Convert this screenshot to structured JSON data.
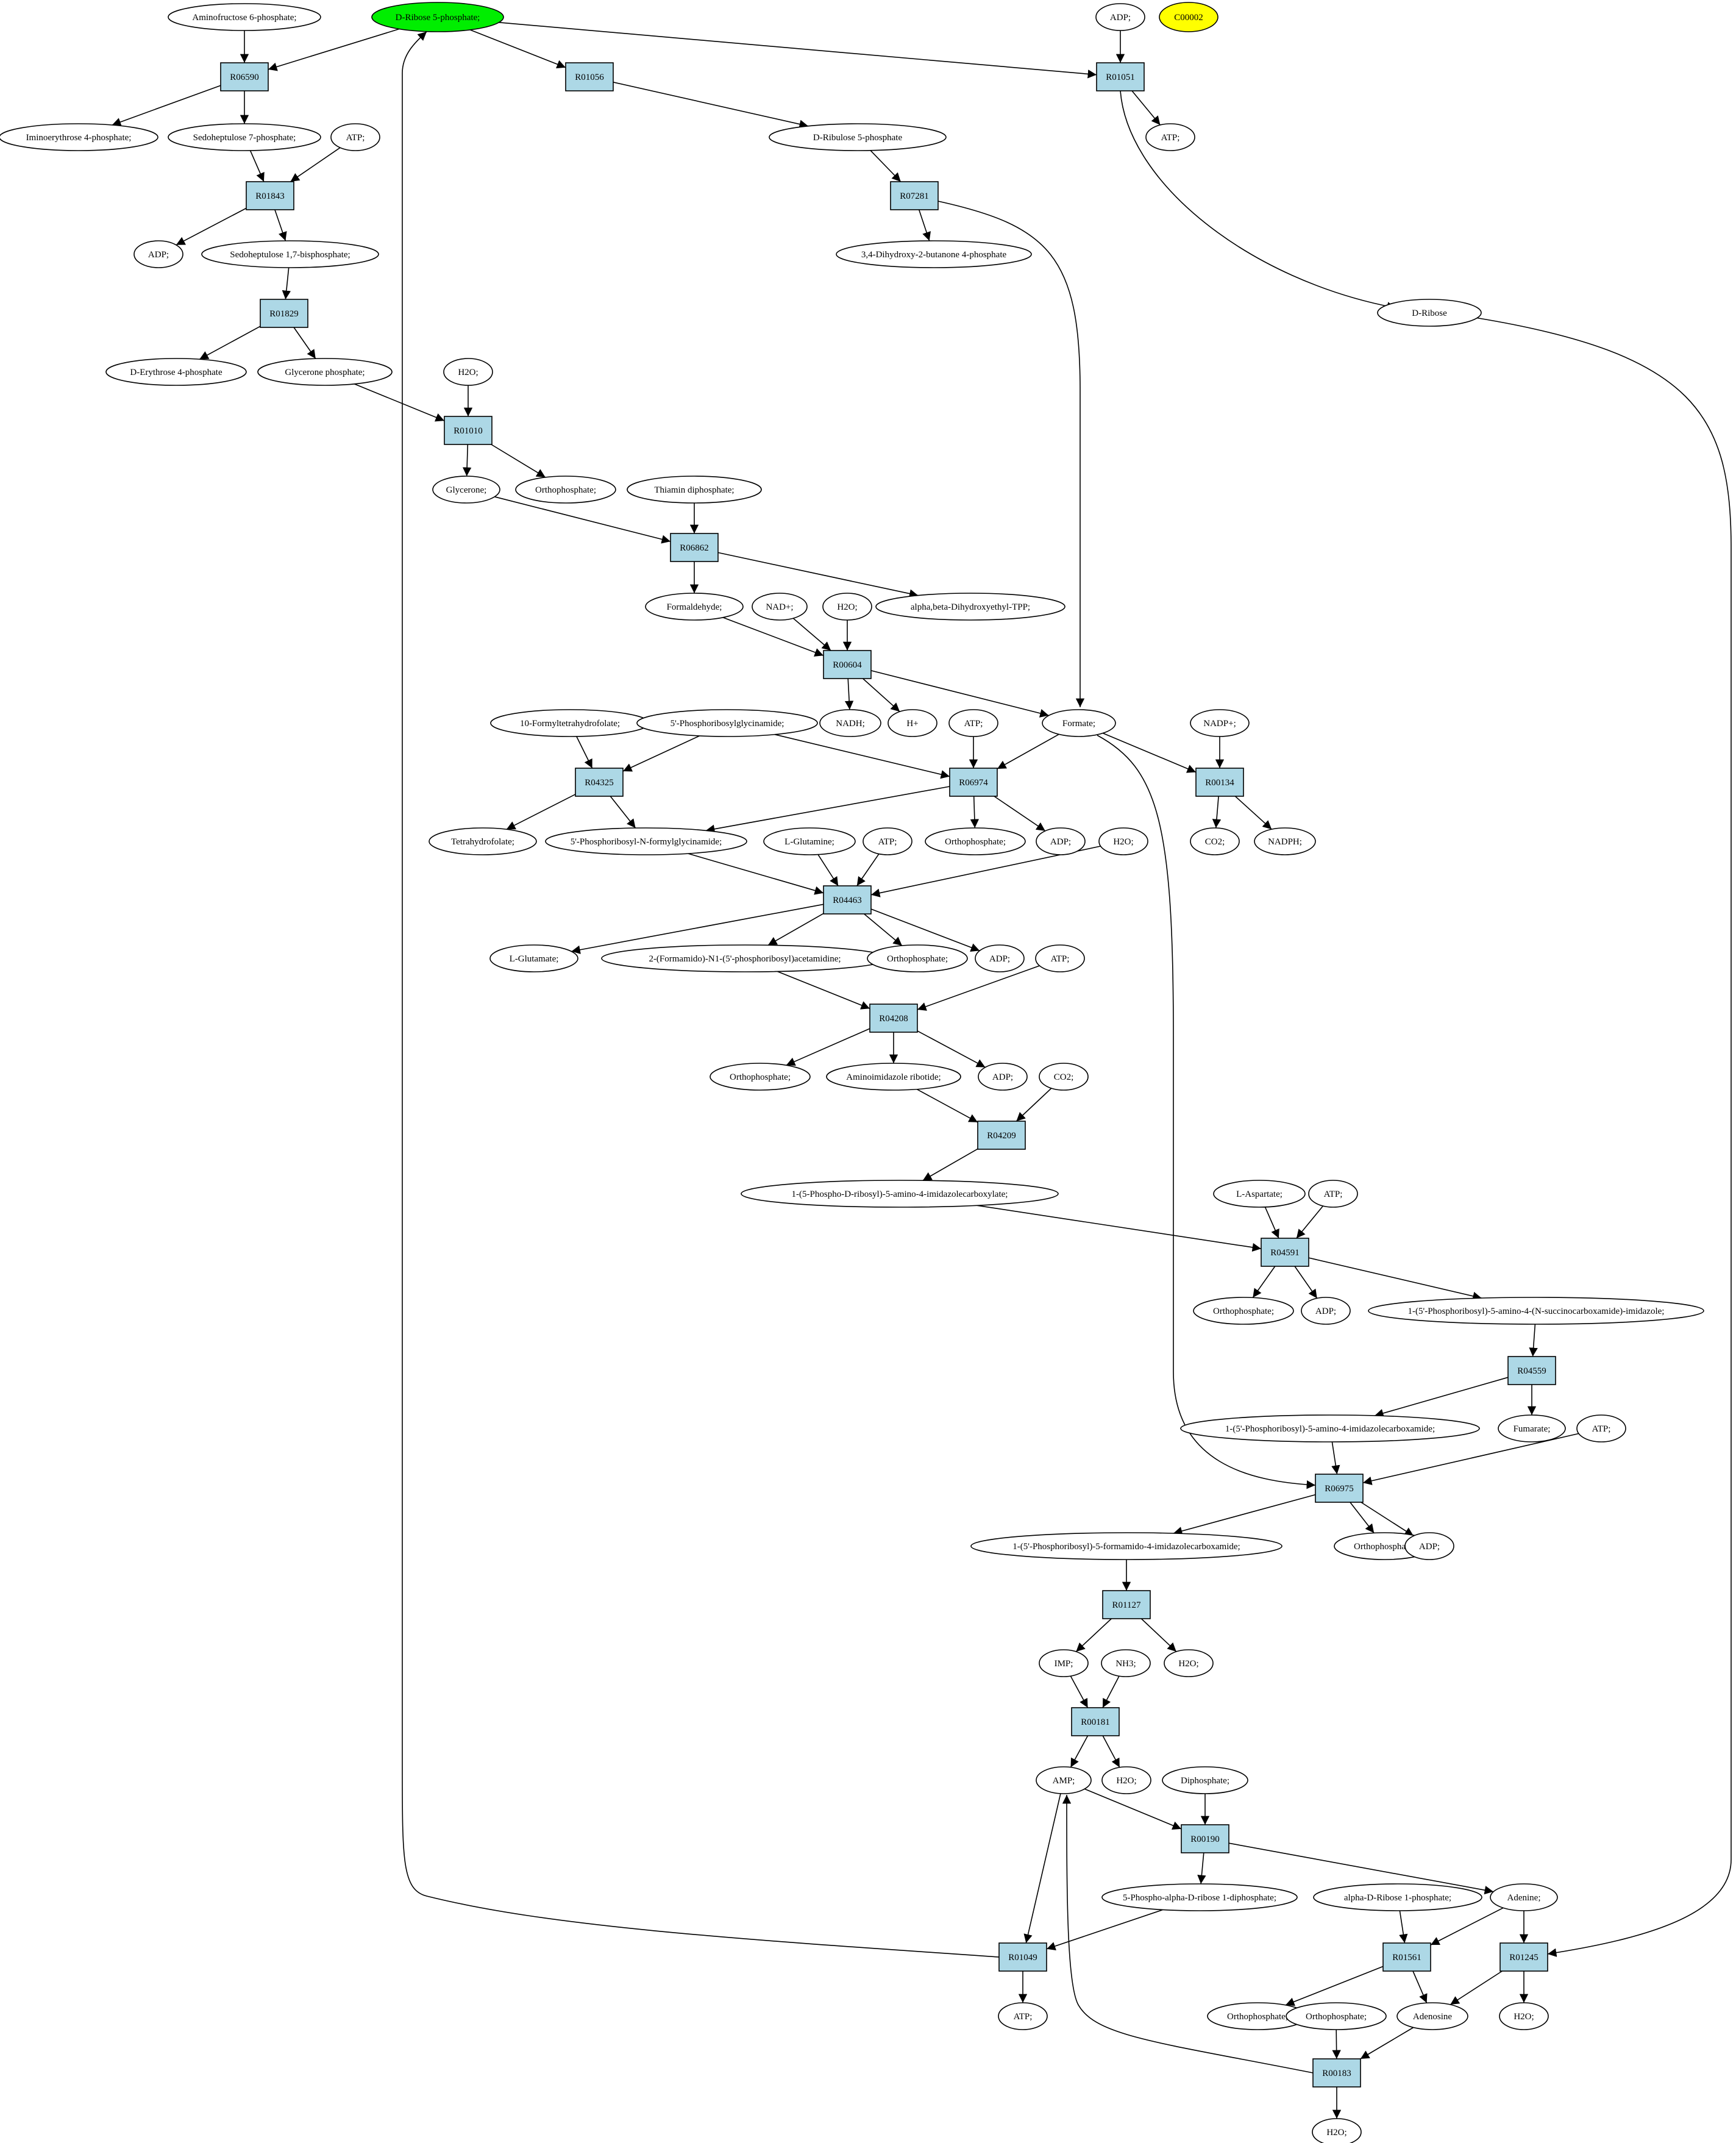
{
  "colors": {
    "reaction_fill": "#add8e6",
    "start_fill": "#00ee00",
    "highlight_fill": "#ffff00",
    "compound_fill": "#ffffff"
  },
  "compounds": {
    "c_amino6p": "Aminofructose 6-phosphate;",
    "c_r5p": "D-Ribose 5-phosphate;",
    "c_adp_top": "ADP;",
    "c_c00002": "C00002",
    "c_imino4p": "Iminoerythrose 4-phosphate;",
    "c_sed7p": "Sedoheptulose 7-phosphate;",
    "c_atp_1": "ATP;",
    "c_atp_top": "ATP;",
    "c_ru5p": "D-Ribulose 5-phosphate",
    "c_adp_1": "ADP;",
    "c_sedbp": "Sedoheptulose 1,7-bisphosphate;",
    "c_dhb4p": "3,4-Dihydroxy-2-butanone 4-phosphate",
    "c_dribose": "D-Ribose",
    "c_e4p": "D-Erythrose 4-phosphate",
    "c_gp": "Glycerone phosphate;",
    "c_h2o_1": "H2O;",
    "c_glycerone": "Glycerone;",
    "c_ortho_1": "Orthophosphate;",
    "c_tpp": "Thiamin diphosphate;",
    "c_formaldehyde": "Formaldehyde;",
    "c_nad": "NAD+;",
    "c_h2o_2": "H2O;",
    "c_abdhe_tpp": "alpha,beta-Dihydroxyethyl-TPP;",
    "c_nadh": "NADH;",
    "c_hplus": "H+",
    "c_formate": "Formate;",
    "c_nadp": "NADP+;",
    "c_10fthf": "10-Formyltetrahydrofolate;",
    "c_5prgly": "5'-Phosphoribosylglycinamide;",
    "c_atp_2": "ATP;",
    "c_thf": "Tetrahydrofolate;",
    "c_5prfgly": "5'-Phosphoribosyl-N-formylglycinamide;",
    "c_ortho_2": "Orthophosphate;",
    "c_adp_2": "ADP;",
    "c_co2_1": "CO2;",
    "c_nadph": "NADPH;",
    "c_lgln": "L-Glutamine;",
    "c_atp_3": "ATP;",
    "c_h2o_3": "H2O;",
    "c_lglu": "L-Glutamate;",
    "c_fgam": "2-(Formamido)-N1-(5'-phosphoribosyl)acetamidine;",
    "c_ortho_3": "Orthophosphate;",
    "c_adp_3": "ADP;",
    "c_atp_4": "ATP;",
    "c_ortho_4": "Orthophosphate;",
    "c_air": "Aminoimidazole ribotide;",
    "c_adp_4": "ADP;",
    "c_co2_2": "CO2;",
    "c_cair": "1-(5-Phospho-D-ribosyl)-5-amino-4-imidazolecarboxylate;",
    "c_lasp": "L-Aspartate;",
    "c_atp_5": "ATP;",
    "c_ortho_5": "Orthophosphate;",
    "c_adp_5": "ADP;",
    "c_saicar": "1-(5'-Phosphoribosyl)-5-amino-4-(N-succinocarboxamide)-imidazole;",
    "c_aicar": "1-(5'-Phosphoribosyl)-5-amino-4-imidazolecarboxamide;",
    "c_fumarate": "Fumarate;",
    "c_atp_6": "ATP;",
    "c_faicar": "1-(5'-Phosphoribosyl)-5-formamido-4-imidazolecarboxamide;",
    "c_ortho_6": "Orthophosphate;",
    "c_adp_6": "ADP;",
    "c_imp": "IMP;",
    "c_nh3": "NH3;",
    "c_h2o_4": "H2O;",
    "c_amp": "AMP;",
    "c_h2o_5": "H2O;",
    "c_diphosphate": "Diphosphate;",
    "c_prpp": "5-Phospho-alpha-D-ribose 1-diphosphate;",
    "c_ar1p": "alpha-D-Ribose 1-phosphate;",
    "c_adenine": "Adenine;",
    "c_atp_7": "ATP;",
    "c_ortho_7": "Orthophosphate;",
    "c_ortho_8": "Orthophosphate;",
    "c_adenosine": "Adenosine",
    "c_h2o_6": "H2O;",
    "c_h2o_7": "H2O;"
  },
  "reactions": {
    "R06590": "R06590",
    "R01056": "R01056",
    "R01051": "R01051",
    "R01843": "R01843",
    "R07281": "R07281",
    "R01829": "R01829",
    "R01010": "R01010",
    "R06862": "R06862",
    "R00604": "R00604",
    "R04325": "R04325",
    "R06974": "R06974",
    "R00134": "R00134",
    "R04463": "R04463",
    "R04208": "R04208",
    "R04209": "R04209",
    "R04591": "R04591",
    "R04559": "R04559",
    "R06975": "R06975",
    "R01127": "R01127",
    "R00181": "R00181",
    "R00190": "R00190",
    "R01049": "R01049",
    "R01561": "R01561",
    "R01245": "R01245",
    "R00183": "R00183"
  }
}
